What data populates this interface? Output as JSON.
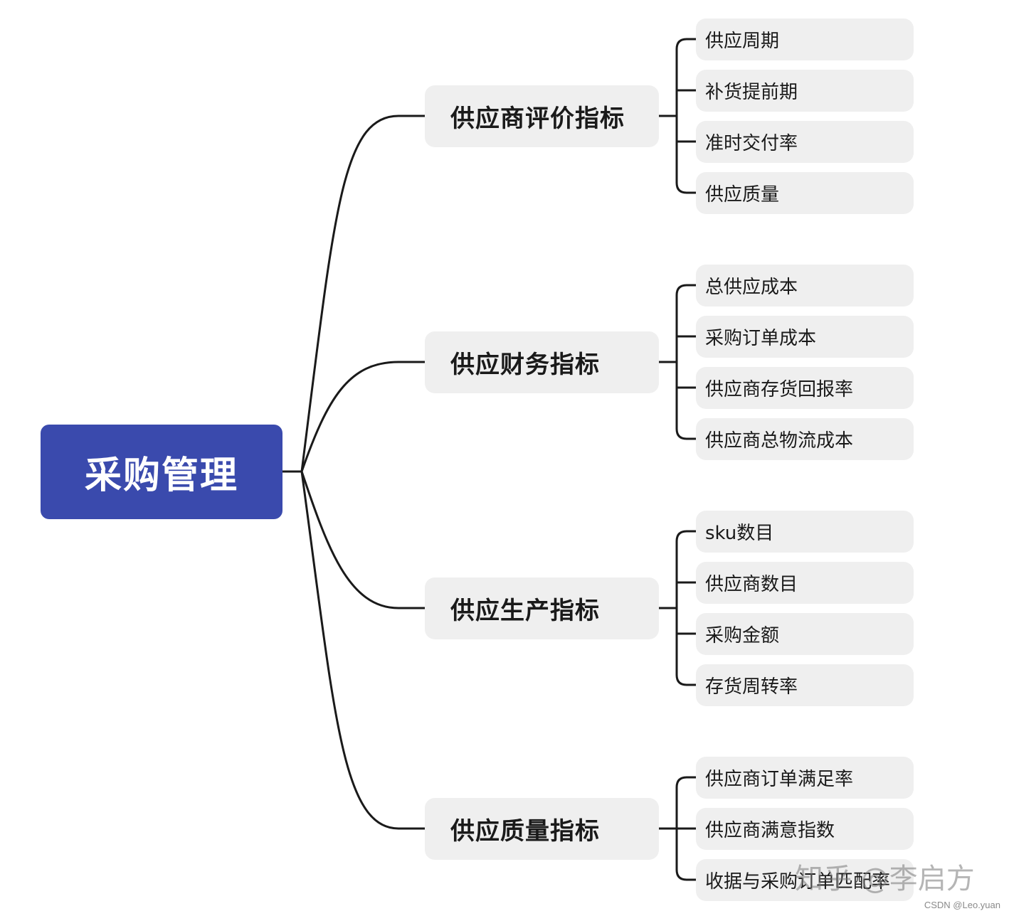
{
  "root": {
    "label": "采购管理"
  },
  "categories": [
    {
      "label": "供应商评价指标",
      "items": [
        "供应周期",
        "补货提前期",
        "准时交付率",
        "供应质量"
      ]
    },
    {
      "label": "供应财务指标",
      "items": [
        "总供应成本",
        "采购订单成本",
        "供应商存货回报率",
        "供应商总物流成本"
      ]
    },
    {
      "label": "供应生产指标",
      "items": [
        "sku数目",
        "供应商数目",
        "采购金额",
        "存货周转率"
      ]
    },
    {
      "label": "供应质量指标",
      "items": [
        "供应商订单满足率",
        "供应商满意指数",
        "收据与采购订单匹配率"
      ]
    }
  ],
  "watermark": "知乎 @李启方",
  "credit": "CSDN @Leo.yuan",
  "colors": {
    "root_bg": "#3a4aad",
    "node_bg": "#efefef",
    "line": "#1a1a1a"
  }
}
